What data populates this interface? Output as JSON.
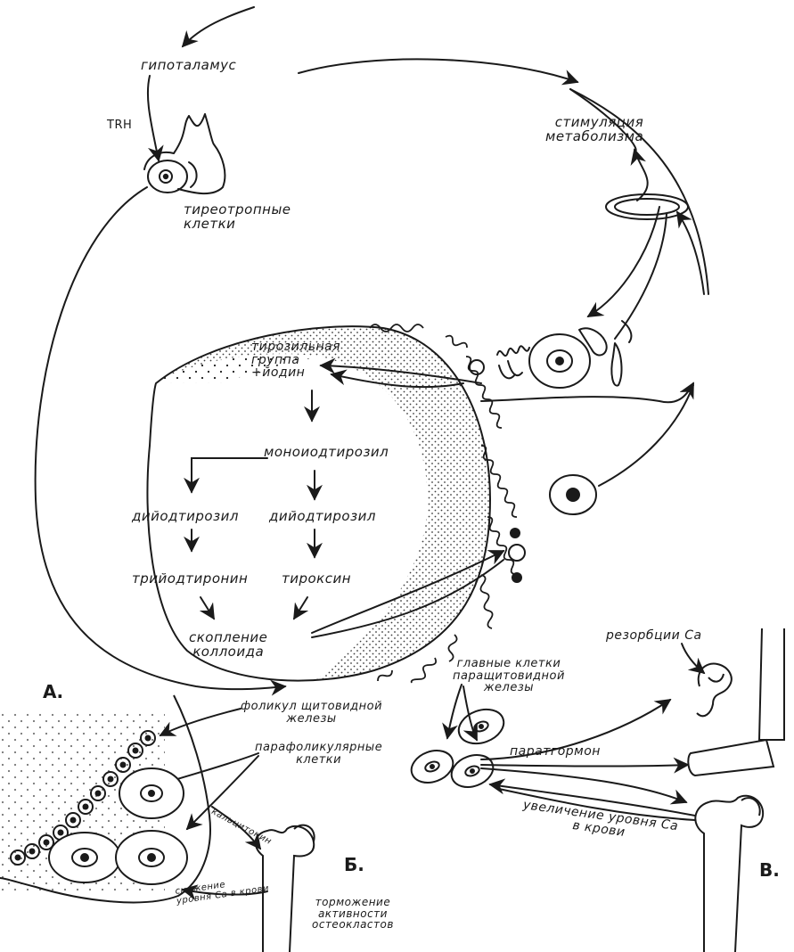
{
  "labels": {
    "hypothalamus": "гипоталамус",
    "trh": "TRH",
    "thyrotropic_cells": "тиреотропные\nклетки",
    "metabolism_stimulation": "стимуляция\nметаболизма",
    "tyrosyl_group": "тирозильная\nгруппа\n+йодин",
    "monoiodotyrosyl": "моноиодтирозил",
    "diiodotyrosyl_left": "дийодтирозил",
    "diiodotyrosyl_right": "дийодтирозил",
    "triiodothyronine": "трийодтиронин",
    "thyroxine": "тироксин",
    "colloid_accumulation": "скопление\nколлоида",
    "label_a": "А.",
    "follicle": "фоликул щитовидной\nжелезы",
    "parafollicular_cells": "парафоликулярные\nклетки",
    "calcitonin": "кальцитонин",
    "reduction_ca": "снижение\nуровня Ca в крови",
    "label_b": "Б.",
    "osteoclast_inhibition": "торможение\nактивности\nостеокластов",
    "ca_resorption": "резорбции Ca",
    "chief_cells": "главные клетки\nпаращитовидной\nжелезы",
    "parathormone": "паратгормон",
    "increase_ca": "увеличение уровня Ca\nв крови",
    "label_c": "В."
  },
  "colors": {
    "ink": "#1a1a1a",
    "paper": "#ffffff"
  }
}
